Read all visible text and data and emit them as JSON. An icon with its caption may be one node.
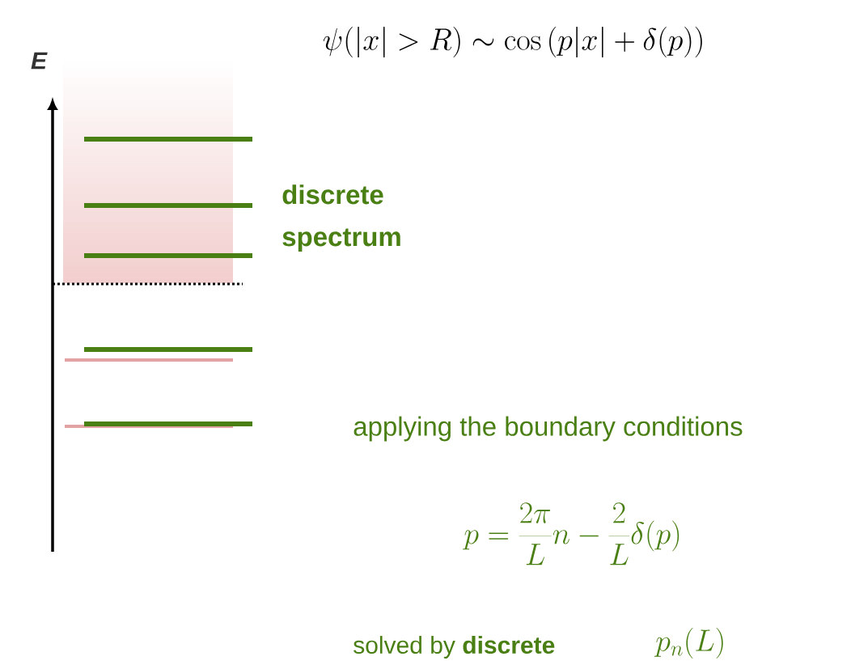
{
  "diagram": {
    "labels": [
      "\\psi(|x|>R) \\sim \\cos\\Big(p|x|+\\delta(p)\\Big)",
      "E",
      "discrete spectrum",
      "applying the boundary conditions",
      "p=\\frac{2\\pi}{L}n-\\frac{2}{L}\\delta(p)",
      "solved by **discrete**",
      "p_n(L)"
    ]
  }
}
